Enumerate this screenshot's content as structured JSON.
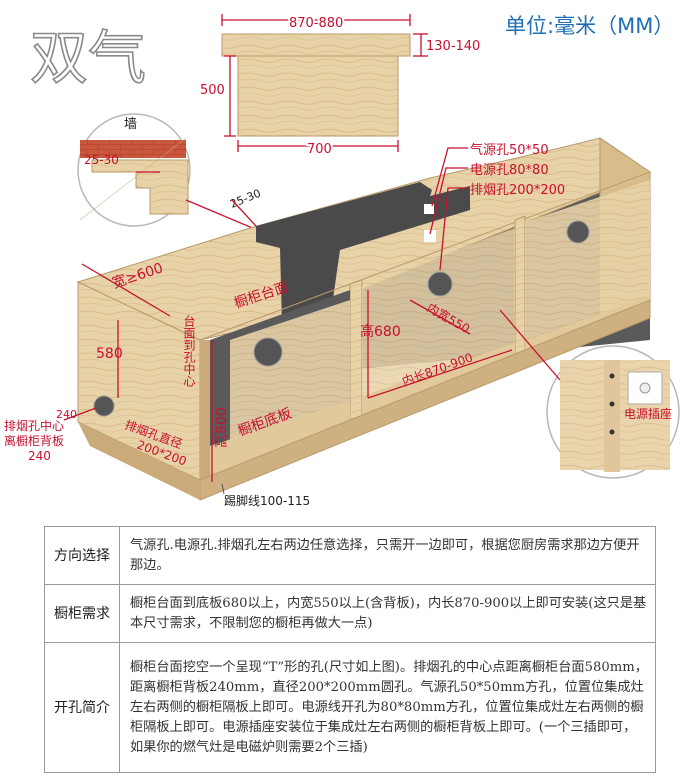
{
  "watermark": "双气",
  "unit_label": "单位:毫米（MM）",
  "diagram": {
    "top_cutout": {
      "width_top": "870-880",
      "depth_top": "130-140",
      "height": "500",
      "width_bottom": "700"
    },
    "wall_detail": {
      "wall": "墙",
      "gap": "25-30"
    },
    "gap_top": "25-30",
    "holes": {
      "gas": "气源孔50*50",
      "power": "电源孔80*80",
      "exhaust": "排烟孔200*200"
    },
    "width_label": "宽≥600",
    "countertop_label": "橱柜台面",
    "countertop_to_hole": "台面到孔中心",
    "countertop_to_hole_value": "580",
    "height_label": "高680",
    "inner_width": "内宽550",
    "inner_length": "内长870-900",
    "height_800": "高800",
    "bottom_board": "橱柜底板",
    "exhaust_diameter": "排烟孔直径",
    "exhaust_diameter_value": "200*200",
    "exhaust_center_1": "排烟孔中心",
    "exhaust_center_2": "离橱柜背板",
    "exhaust_center_value": "240",
    "exhaust_center_side": "240",
    "kick_line": "踢脚线100-115",
    "socket_label": "电源插座",
    "colors": {
      "red": "#c8102e",
      "wood": "#e8d2a8",
      "interior": "#5a5a5a",
      "blue": "#1e6fb5"
    }
  },
  "table": [
    {
      "label": "方向选择",
      "text": "气源孔.电源孔.排烟孔左右两边任意选择，只需开一边即可，根据您厨房需求那边方便开那边。"
    },
    {
      "label": "橱柜需求",
      "text": "橱柜台面到底板680以上，内宽550以上(含背板)，内长870-900以上即可安装(这只是基本尺寸需求，不限制您的橱柜再做大一点)"
    },
    {
      "label": "开孔简介",
      "text": "橱柜台面挖空一个呈现“T”形的孔(尺寸如上图)。排烟孔的中心点距离橱柜台面580mm，距离橱柜背板240mm，直径200*200mm圆孔。气源孔50*50mm方孔，位置位集成灶左右两侧的橱柜隔板上即可。电源线开孔为80*80mm方孔，位置位集成灶左右两侧的橱柜隔板上即可。电源插座安装位于集成灶左右两侧的橱柜背板上即可。(一个三插即可，如果你的燃气灶是电磁炉则需要2个三插)"
    }
  ]
}
